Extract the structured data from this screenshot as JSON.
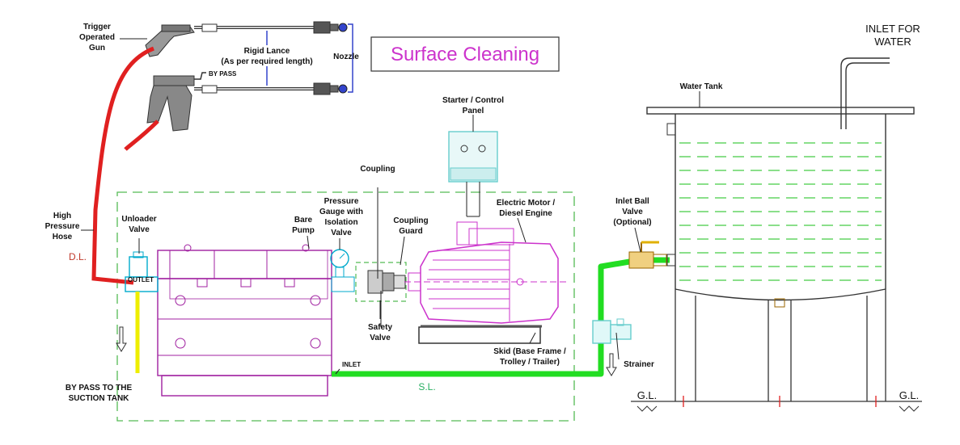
{
  "title": "Surface Cleaning",
  "labels": {
    "trigger_gun": [
      "Trigger",
      "Operated",
      "Gun"
    ],
    "rigid_lance": [
      "Rigid Lance",
      "(As per required length)"
    ],
    "nozzle": "Nozzle",
    "by_pass": "BY PASS",
    "high_pressure_hose": [
      "High",
      "Pressure",
      "Hose"
    ],
    "dl": "D.L.",
    "unloader_valve": [
      "Unloader",
      "Valve"
    ],
    "outlet": "OUTLET",
    "bare_pump": [
      "Bare",
      "Pump"
    ],
    "pressure_gauge": [
      "Pressure",
      "Gauge with",
      "Isolation",
      "Valve"
    ],
    "coupling": "Coupling",
    "coupling_guard": [
      "Coupling",
      "Guard"
    ],
    "starter_panel": [
      "Starter / Control",
      "Panel"
    ],
    "electric_motor": [
      "Electric Motor /",
      "Diesel Engine"
    ],
    "safety_valve": [
      "Safety",
      "Valve"
    ],
    "skid": [
      "Skid (Base Frame /",
      "Trolley / Trailer)"
    ],
    "inlet": "INLET",
    "sl": "S.L.",
    "bypass_tank": [
      "BY PASS TO THE",
      "SUCTION TANK"
    ],
    "inlet_ball_valve": [
      "Inlet Ball",
      "Valve",
      "(Optional)"
    ],
    "strainer": "Strainer",
    "water_tank": "Water Tank",
    "inlet_for_water": [
      "INLET FOR",
      "WATER"
    ],
    "gl_left": "G.L.",
    "gl_right": "G.L."
  },
  "colors": {
    "title": "#cc33cc",
    "pump_outline": "#a020a0",
    "hose_red": "#e02020",
    "suction_green": "#22dd22",
    "bypass_yellow": "#eeee00",
    "skid_dash": "#55bb55",
    "water_dash": "#44cc44",
    "panel_cyan": "#66cccc"
  }
}
